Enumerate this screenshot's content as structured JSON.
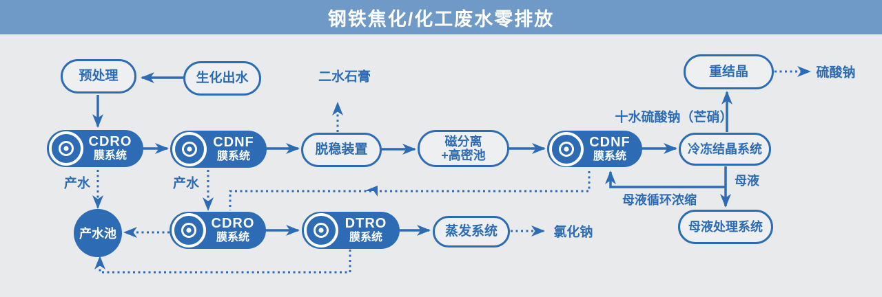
{
  "header": {
    "title": "钢铁焦化/化工废水零排放"
  },
  "colors": {
    "primary_blue": "#2d6cb4",
    "header_bg": "#6f9ac8",
    "canvas_bg": "#e9eaec",
    "pill_text": "#ffffff"
  },
  "nodes": {
    "pretreatment": {
      "label": "预处理"
    },
    "biochemical_effluent": {
      "label": "生化出水"
    },
    "recrystallization": {
      "label": "重结晶"
    },
    "destabilization_unit": {
      "label": "脱稳装置"
    },
    "magnetic_separation": {
      "line1": "磁分离",
      "line2": "+高密池"
    },
    "freeze_crystallization": {
      "label": "冷冻结晶系统"
    },
    "mother_liquor_treatment": {
      "label": "母液处理系统"
    },
    "evaporation_system": {
      "label": "蒸发系统"
    },
    "product_water_pool": {
      "label": "产水池"
    },
    "cdro_membrane_top": {
      "line1": "CDRO",
      "line2": "膜系统"
    },
    "cdnf_membrane_top": {
      "line1": "CDNF",
      "line2": "膜系统"
    },
    "cdnf_membrane_right": {
      "line1": "CDNF",
      "line2": "膜系统"
    },
    "cdro_membrane_bottom": {
      "line1": "CDRO",
      "line2": "膜系统"
    },
    "dtro_membrane": {
      "line1": "DTRO",
      "line2": "膜系统"
    }
  },
  "labels": {
    "dihydrate_gypsum": "二水石膏",
    "sodium_sulfate": "硫酸钠",
    "glauber_salt": "十水硫酸钠（芒硝）",
    "product_water_a": "产水",
    "product_water_b": "产水",
    "mother_liquor": "母液",
    "mother_liquor_recycle": "母液循环浓缩",
    "sodium_chloride": "氯化钠"
  },
  "icons": {
    "membrane_disc": "concentric-disc"
  }
}
